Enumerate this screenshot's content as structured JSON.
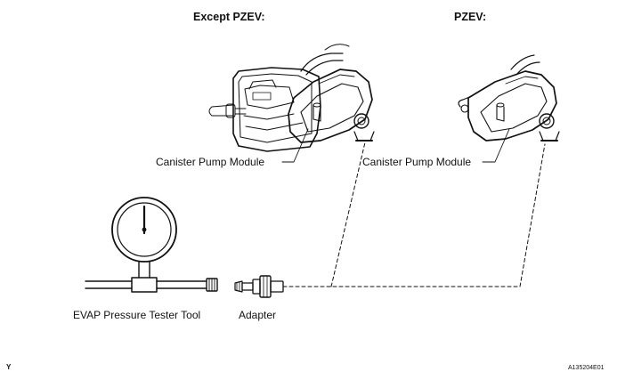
{
  "headings": {
    "except_pzev": "Except PZEV:",
    "pzev": "PZEV:"
  },
  "labels": {
    "canister_left": "Canister Pump Module",
    "canister_right": "Canister Pump Module",
    "tester": "EVAP Pressure Tester Tool",
    "adapter": "Adapter"
  },
  "footer": {
    "left_mark": "Y",
    "figure_id": "A135204E01"
  }
}
